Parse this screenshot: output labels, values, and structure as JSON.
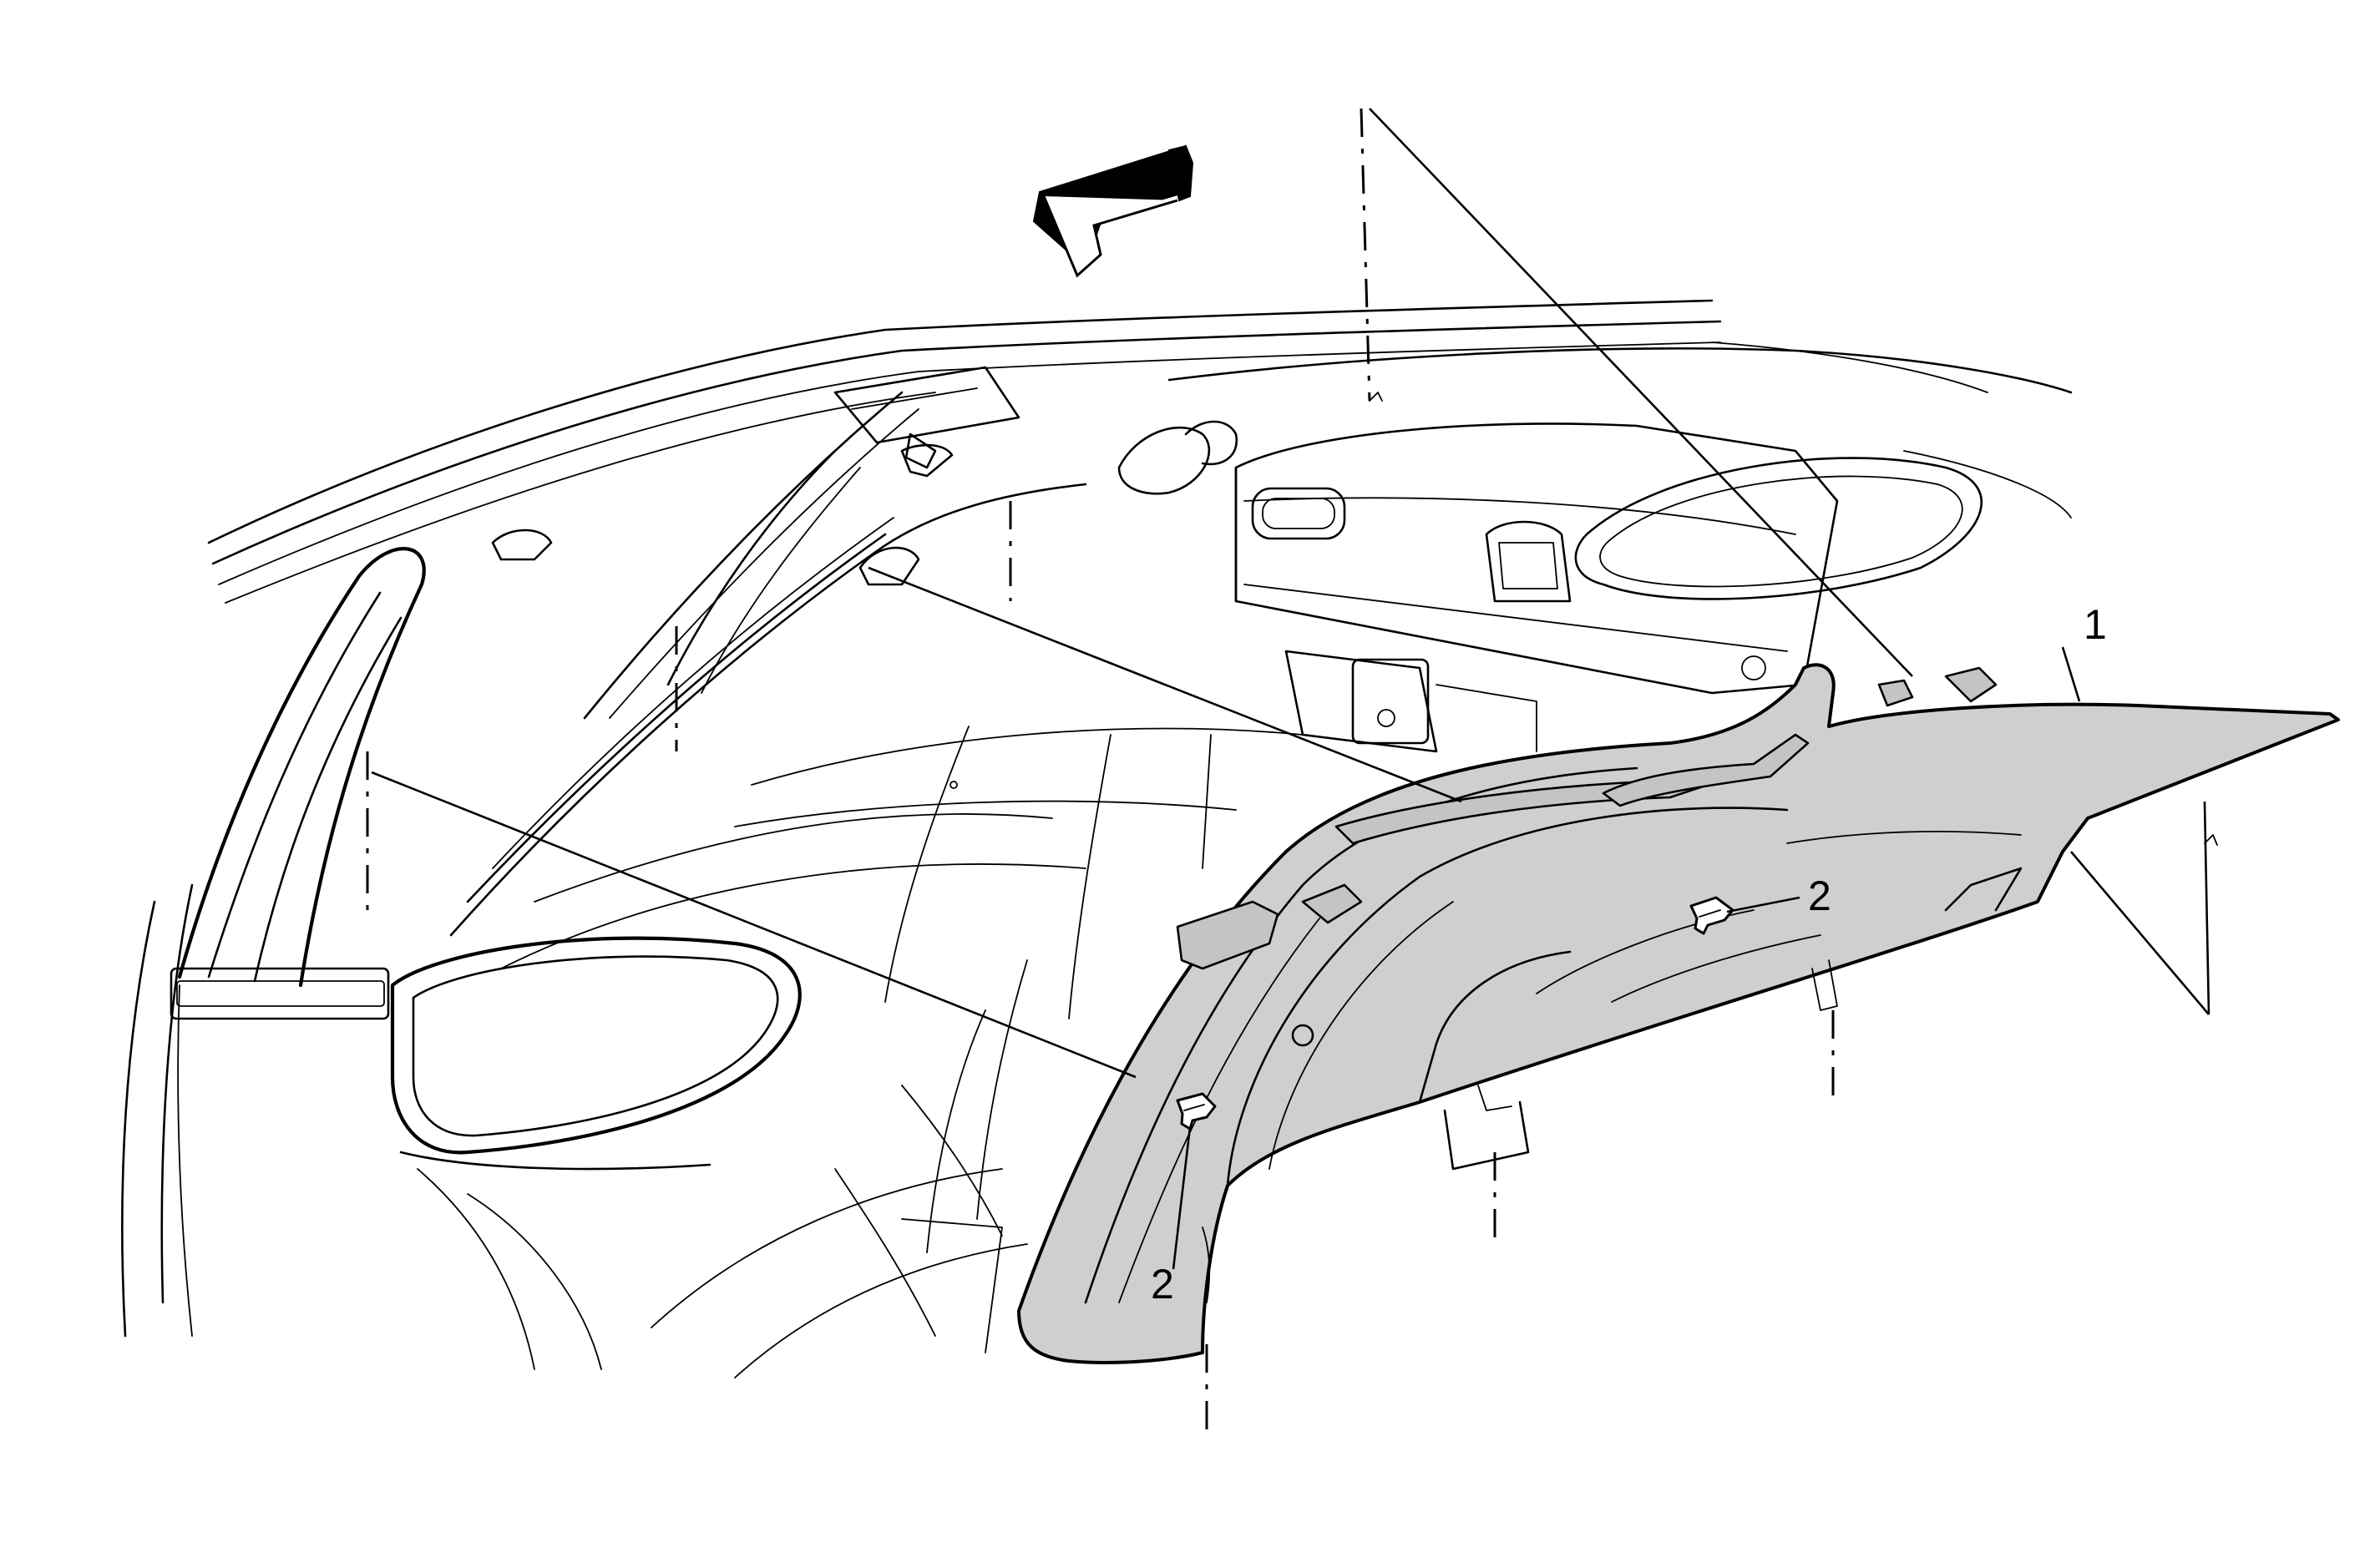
{
  "callouts": {
    "trim_panel": "1",
    "retainer_upper": "2",
    "retainer_lower": "2"
  },
  "icons": {
    "direction_arrow": "front-direction-arrow-icon"
  },
  "colors": {
    "line": "#000000",
    "panel_fill": "#cfcfcf",
    "background": "#ffffff"
  }
}
